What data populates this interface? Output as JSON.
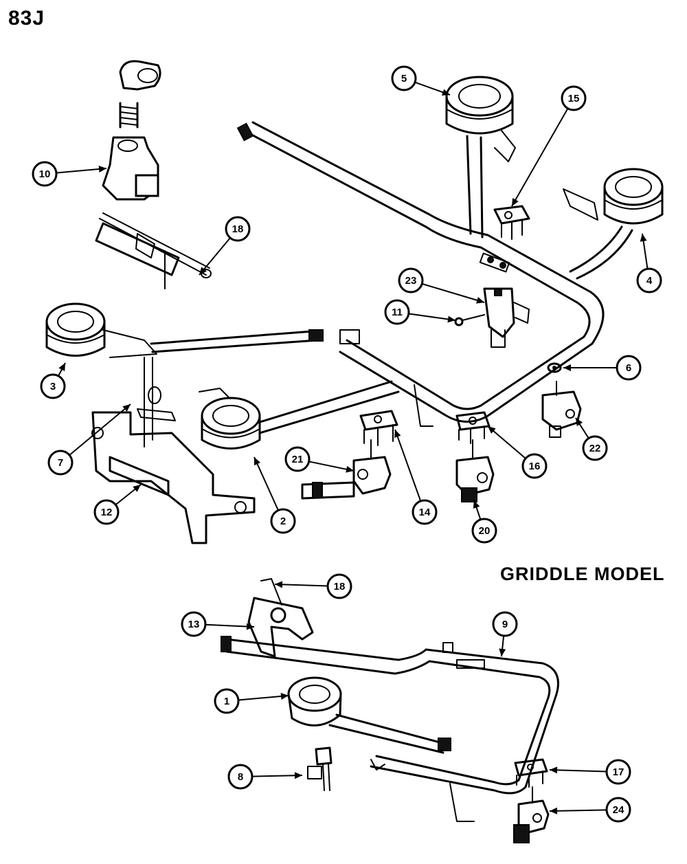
{
  "header": {
    "page_code": "83J"
  },
  "griddle_section": {
    "title": "GRIDDLE MODEL"
  },
  "callouts": [
    {
      "id": "c1",
      "label": "1"
    },
    {
      "id": "c2",
      "label": "2"
    },
    {
      "id": "c3",
      "label": "3"
    },
    {
      "id": "c4",
      "label": "4"
    },
    {
      "id": "c5",
      "label": "5"
    },
    {
      "id": "c6",
      "label": "6"
    },
    {
      "id": "c7",
      "label": "7"
    },
    {
      "id": "c8",
      "label": "8"
    },
    {
      "id": "c9",
      "label": "9"
    },
    {
      "id": "c10",
      "label": "10"
    },
    {
      "id": "c11",
      "label": "11"
    },
    {
      "id": "c12",
      "label": "12"
    },
    {
      "id": "c13",
      "label": "13"
    },
    {
      "id": "c14",
      "label": "14"
    },
    {
      "id": "c15",
      "label": "15"
    },
    {
      "id": "c16",
      "label": "16"
    },
    {
      "id": "c17",
      "label": "17"
    },
    {
      "id": "c18a",
      "label": "18"
    },
    {
      "id": "c18b",
      "label": "18"
    },
    {
      "id": "c20",
      "label": "20"
    },
    {
      "id": "c21",
      "label": "21"
    },
    {
      "id": "c22",
      "label": "22"
    },
    {
      "id": "c23",
      "label": "23"
    },
    {
      "id": "c24",
      "label": "24"
    }
  ]
}
